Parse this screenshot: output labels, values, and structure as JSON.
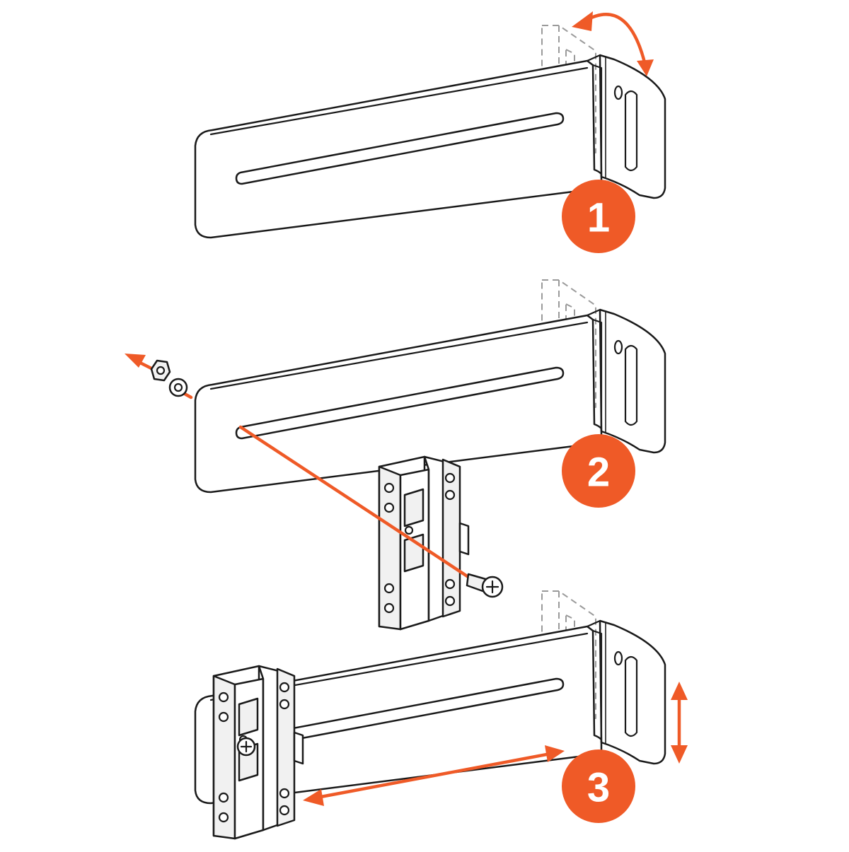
{
  "steps": [
    {
      "number": "1"
    },
    {
      "number": "2"
    },
    {
      "number": "3"
    }
  ],
  "colors": {
    "accent": "#ef5a27",
    "outline": "#1a1a1a",
    "ghost_outline": "#9a9a9a",
    "background": "#ffffff"
  },
  "icons": {
    "rotate_arrow": "curved-double-arrow-icon",
    "remove_arrow": "single-arrow-icon",
    "slide_arrow": "double-arrow-icon",
    "height_arrow": "vertical-double-arrow-icon",
    "nut": "hex-nut-icon",
    "washer": "washer-icon",
    "screw": "phillips-screw-icon"
  }
}
